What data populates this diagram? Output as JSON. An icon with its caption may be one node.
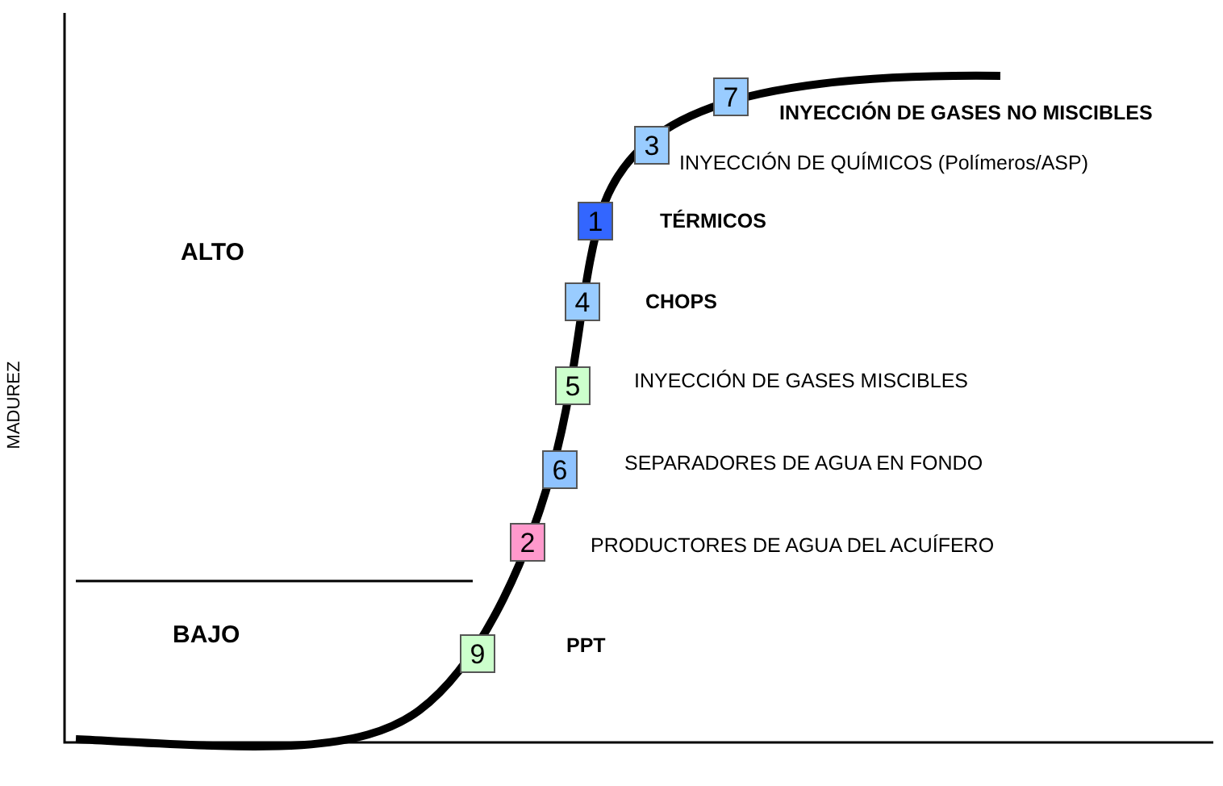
{
  "diagram": {
    "nodes": [
      {
        "text": [
          "7"
        ],
        "beside": [
          "INYECCIÓN DE GASES NO MISCIBLES"
        ]
      },
      {
        "text": [
          "3"
        ],
        "beside": [
          "INYECCIÓN DE QUÍMICOS (Polímeros/ASP)"
        ]
      },
      {
        "text": [
          "1"
        ],
        "beside": [
          "TÉRMICOS"
        ]
      },
      {
        "text": [
          "4"
        ],
        "beside": [
          "CHOPS"
        ]
      },
      {
        "text": [
          "5"
        ],
        "beside": [
          "INYECCIÓN DE GASES MISCIBLES"
        ]
      },
      {
        "text": [
          "6"
        ],
        "beside": [
          "SEPARADORES DE AGUA EN FONDO"
        ]
      },
      {
        "text": [
          "2"
        ],
        "beside": [
          "PRODUCTORES DE AGUA DEL ACUÍFERO"
        ]
      },
      {
        "text": [
          "9"
        ],
        "beside": [
          "PPT"
        ]
      }
    ],
    "labels": [
      "ALTO",
      "BAJO",
      "MADUREZ"
    ]
  }
}
